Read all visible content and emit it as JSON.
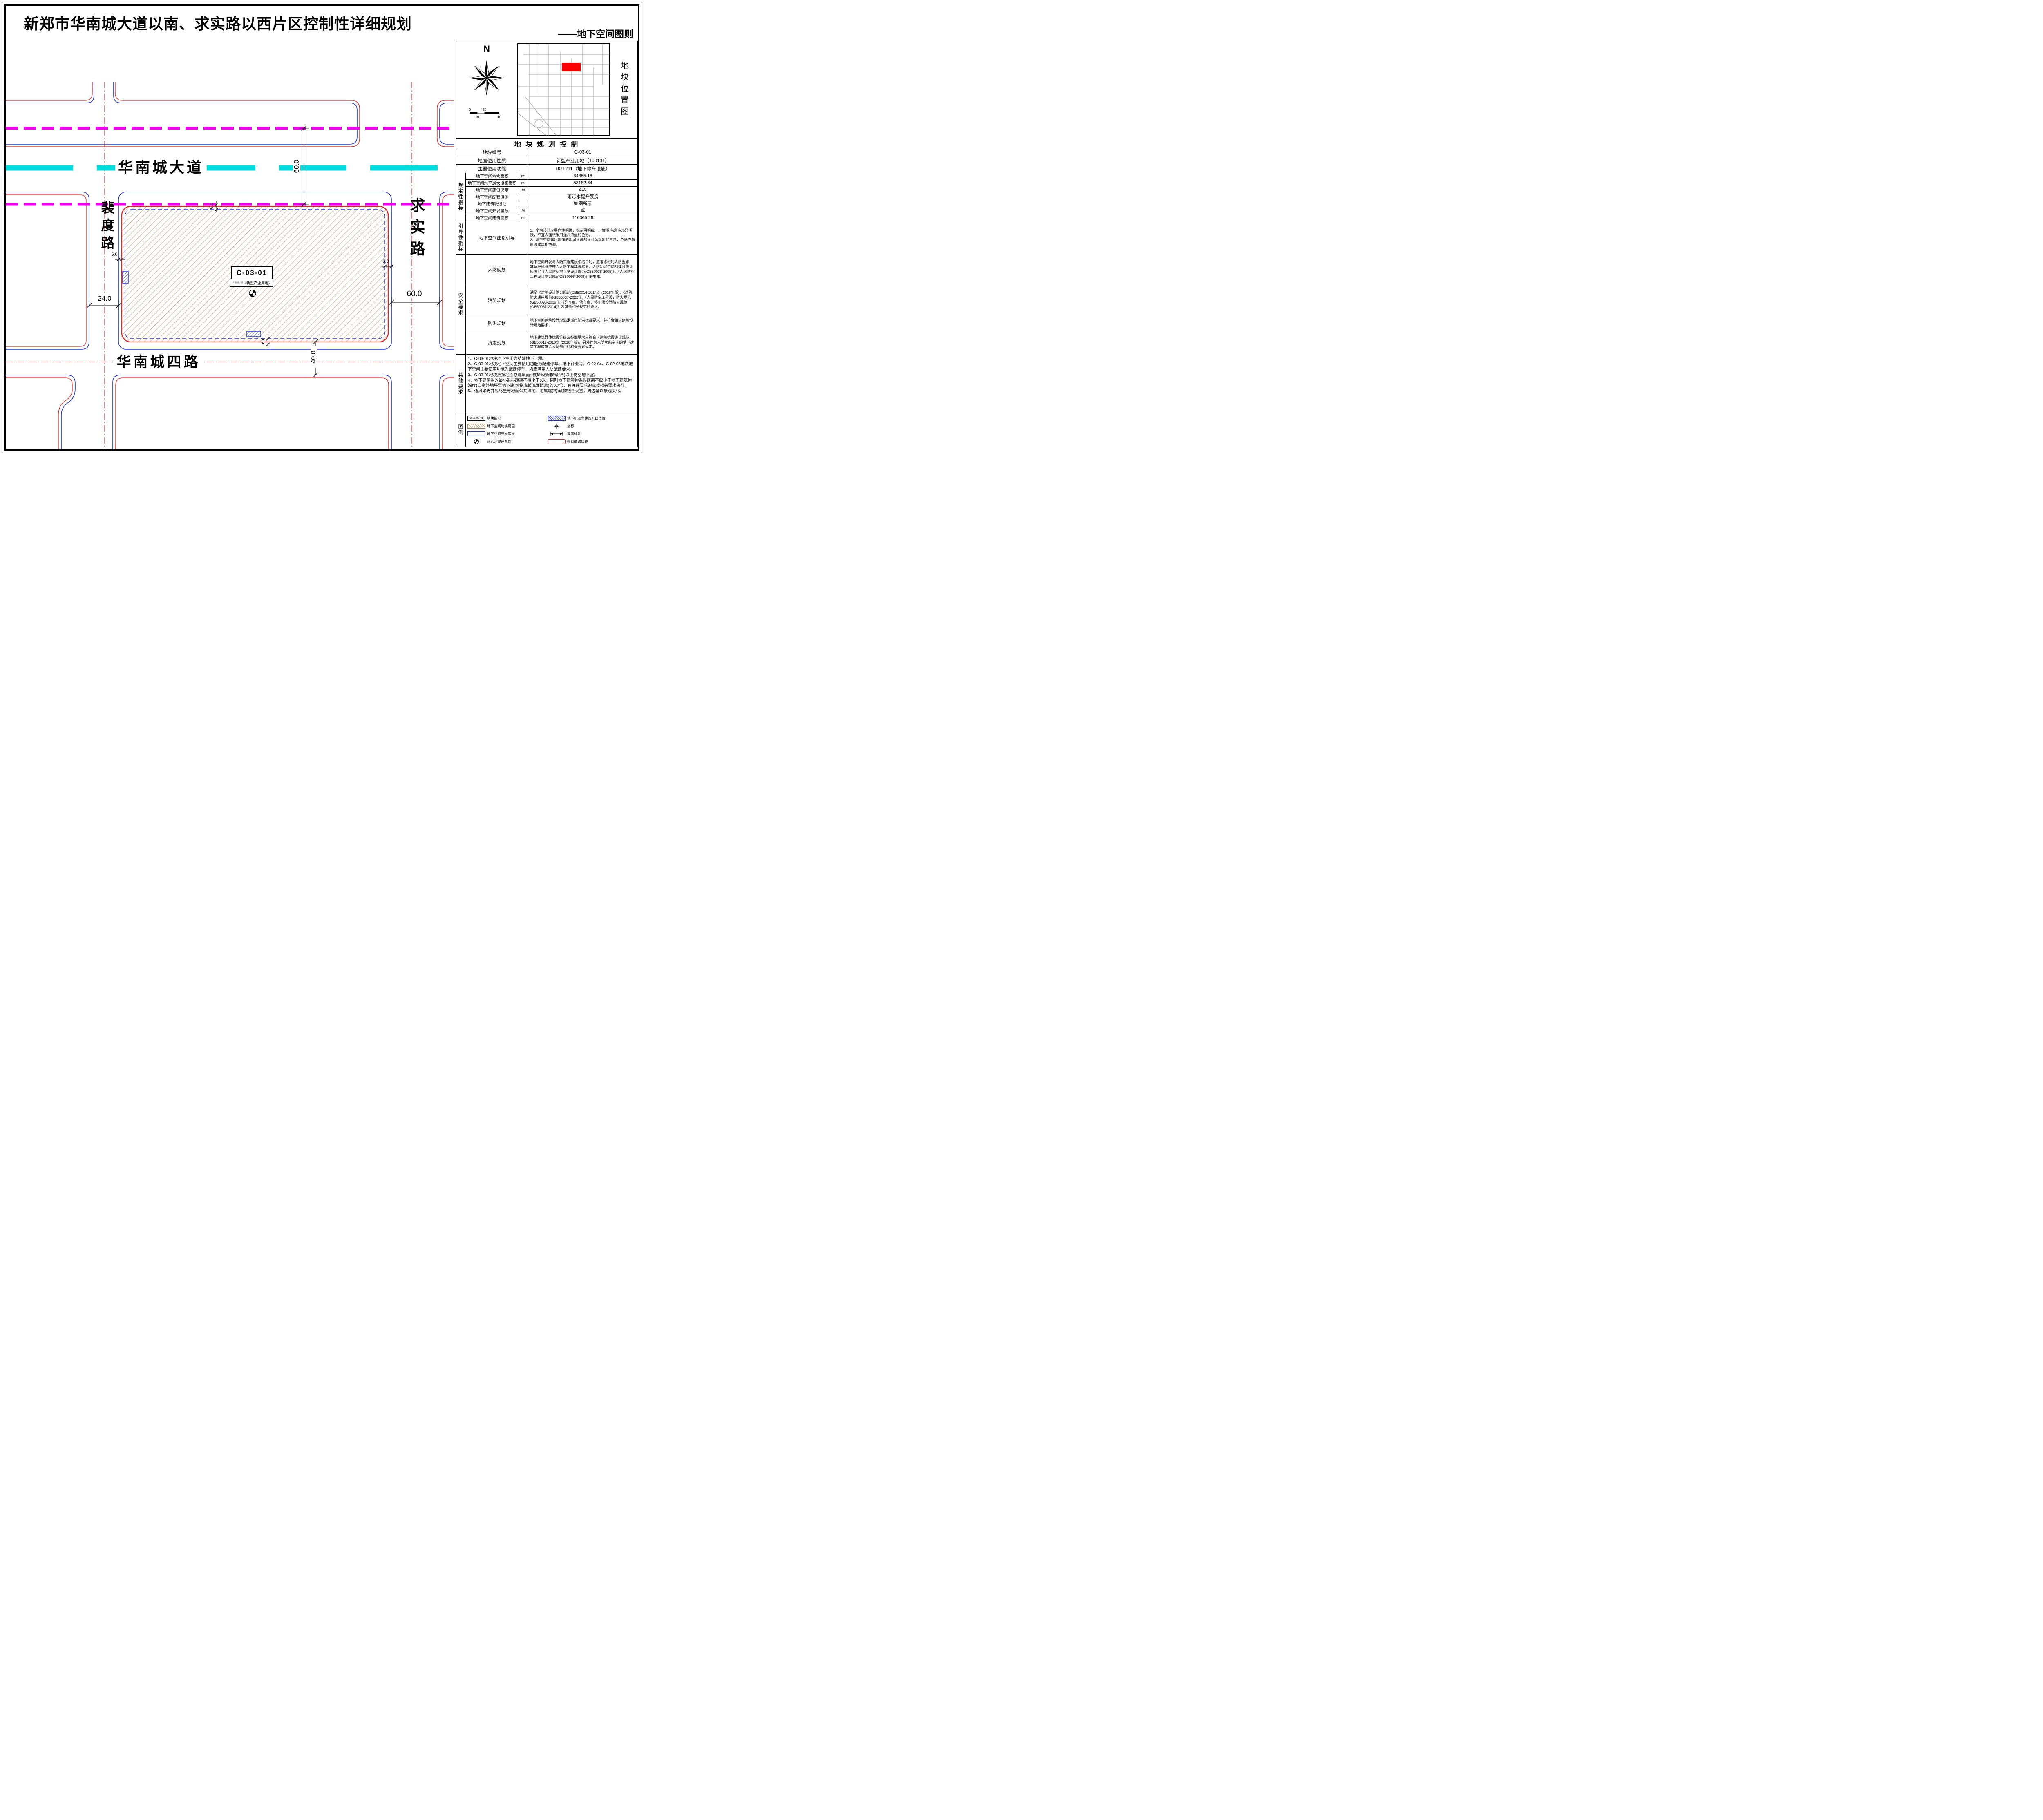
{
  "header": {
    "title": "新郑市华南城大道以南、求实路以西片区控制性详细规划",
    "subtitle": "——地下空间图则"
  },
  "map": {
    "road_top": "华南城大道",
    "road_left": "裴度路",
    "road_right": "求实路",
    "road_bottom": "华南城四路",
    "parcel_code": "C-03-01",
    "parcel_use": "100101(新型产业用地)",
    "dims": {
      "avenue_width": "60.0",
      "left_road_width": "24.0",
      "right_road_width": "60.0",
      "bottom_road_width": "40.0",
      "setback_top": "6.0",
      "setback_left": "6.0",
      "setback_right": "6.0",
      "setback_bottom": "6.0"
    }
  },
  "location_panel": {
    "north_label": "N",
    "side_title": "地块位置图",
    "scale_top": [
      "0",
      "20"
    ],
    "scale_bottom": [
      "10",
      "40"
    ]
  },
  "control_table": {
    "title": "地 块 规 划 控 制",
    "basic_rows": [
      {
        "label": "地块编号",
        "value": "C-03-01"
      },
      {
        "label": "地面使用性质",
        "value": "新型产业用地（100101）"
      },
      {
        "label": "主要使用功能",
        "value": "UG1211（地下停车设施）"
      }
    ],
    "regulatory": {
      "name": "规定性指标",
      "rows": [
        {
          "label": "地下空间地块面积",
          "unit": "m²",
          "value": "64355.18"
        },
        {
          "label": "地下空间水平最大投影面积",
          "unit": "m²",
          "value": "58182.64"
        },
        {
          "label": "地下空间建设深度",
          "unit": "m",
          "value": "≤15"
        },
        {
          "label": "地下空间配套设施",
          "unit": "",
          "value": "雨污水提升泵房"
        },
        {
          "label": "地下建筑物退让",
          "unit": "",
          "value": "如图所示"
        },
        {
          "label": "地下空间开发层数",
          "unit": "层",
          "value": "≤2"
        },
        {
          "label": "地下空间建筑面积",
          "unit": "m²",
          "value": "116365.28"
        }
      ]
    },
    "guidance": {
      "name": "引导性指标",
      "label": "地下空间建设引导",
      "value": "1、室内设计应导向性明确，标示照明统一、鲜明;色彩应淡雅明快，不宜大面积采用强烈浓重的色彩。\n2、地下空间露出地面的附属设施的设计体现时代气息，色彩应与周边建筑相协调。"
    },
    "safety": {
      "name": "安全要求",
      "rows": [
        {
          "label": "人防规划",
          "value": "地下空间开发与人防工程建设相结合时，应考虑战时人防要求，其防护标准应符合人防工程建设标准。人防功能空间的建设设计应满足《人民防空地下室设计规范(GB50038-2005)》、《人民防空工程设计防火规范GB50098-2009)》的要求。"
        },
        {
          "label": "消防规划",
          "value": "满足《建筑设计防火规范(GB50016-2014)》(2018年版)、《建筑防火通用规范(GB55037-2022)》、《人民防空工程设计防火规范(GB50098-2009)》、《汽车库、修车库、停车场设计防火规范(GB50067-2014)》及其他相关规范的要求。"
        },
        {
          "label": "防洪规划",
          "value": "地下空间建筑设计应满足城市防洪标准要求，并符合相关建筑设计规范要求。"
        },
        {
          "label": "抗震规划",
          "value": "地下建筑具体抗震等级及标准要求应符合《建筑抗震设计规范(GB50011-2010)》(2016年版)，另外作为人防功能空间的地下建筑工程应符合人防部门的相关要求规定。"
        }
      ]
    },
    "other": {
      "name": "其他要求",
      "value": "1、C-03-01地块地下空间为结建地下工程。\n2、C-03-01地块地下空间主要使用功能为配建停车、地下商业等，C-02-04、C-02-05地块地下空间主要使用功能为配建停车，均应满足人防配建要求。\n3、C-03-01地块应按地面总建筑面积的8%修建6级(含)以上防空地下室。\n4、地下建筑物的最小退界距离不得小于6米，同时地下建筑物退界距离不应小于地下建筑物深度(自室外地坪至地下建 筑物底板底面距离)的0.7倍，有特殊要求的应按相关要求执行。\n5、通风采光井应尽量与地面公共绿地、附属建(构)筑物结合设置，周边辅以景观美化。"
    }
  },
  "legend": {
    "name": "图例",
    "left": [
      {
        "code": "C-06-02-01",
        "label": "地块编号"
      },
      {
        "label": "地下空间地块范围"
      },
      {
        "label": "地下空间开发区域"
      },
      {
        "label": "雨污水提升泵站"
      }
    ],
    "right": [
      {
        "label": "地下机动车建议开口位置"
      },
      {
        "label": "坐标"
      },
      {
        "label": "高度标注"
      },
      {
        "label": "规划道路红线"
      }
    ]
  }
}
